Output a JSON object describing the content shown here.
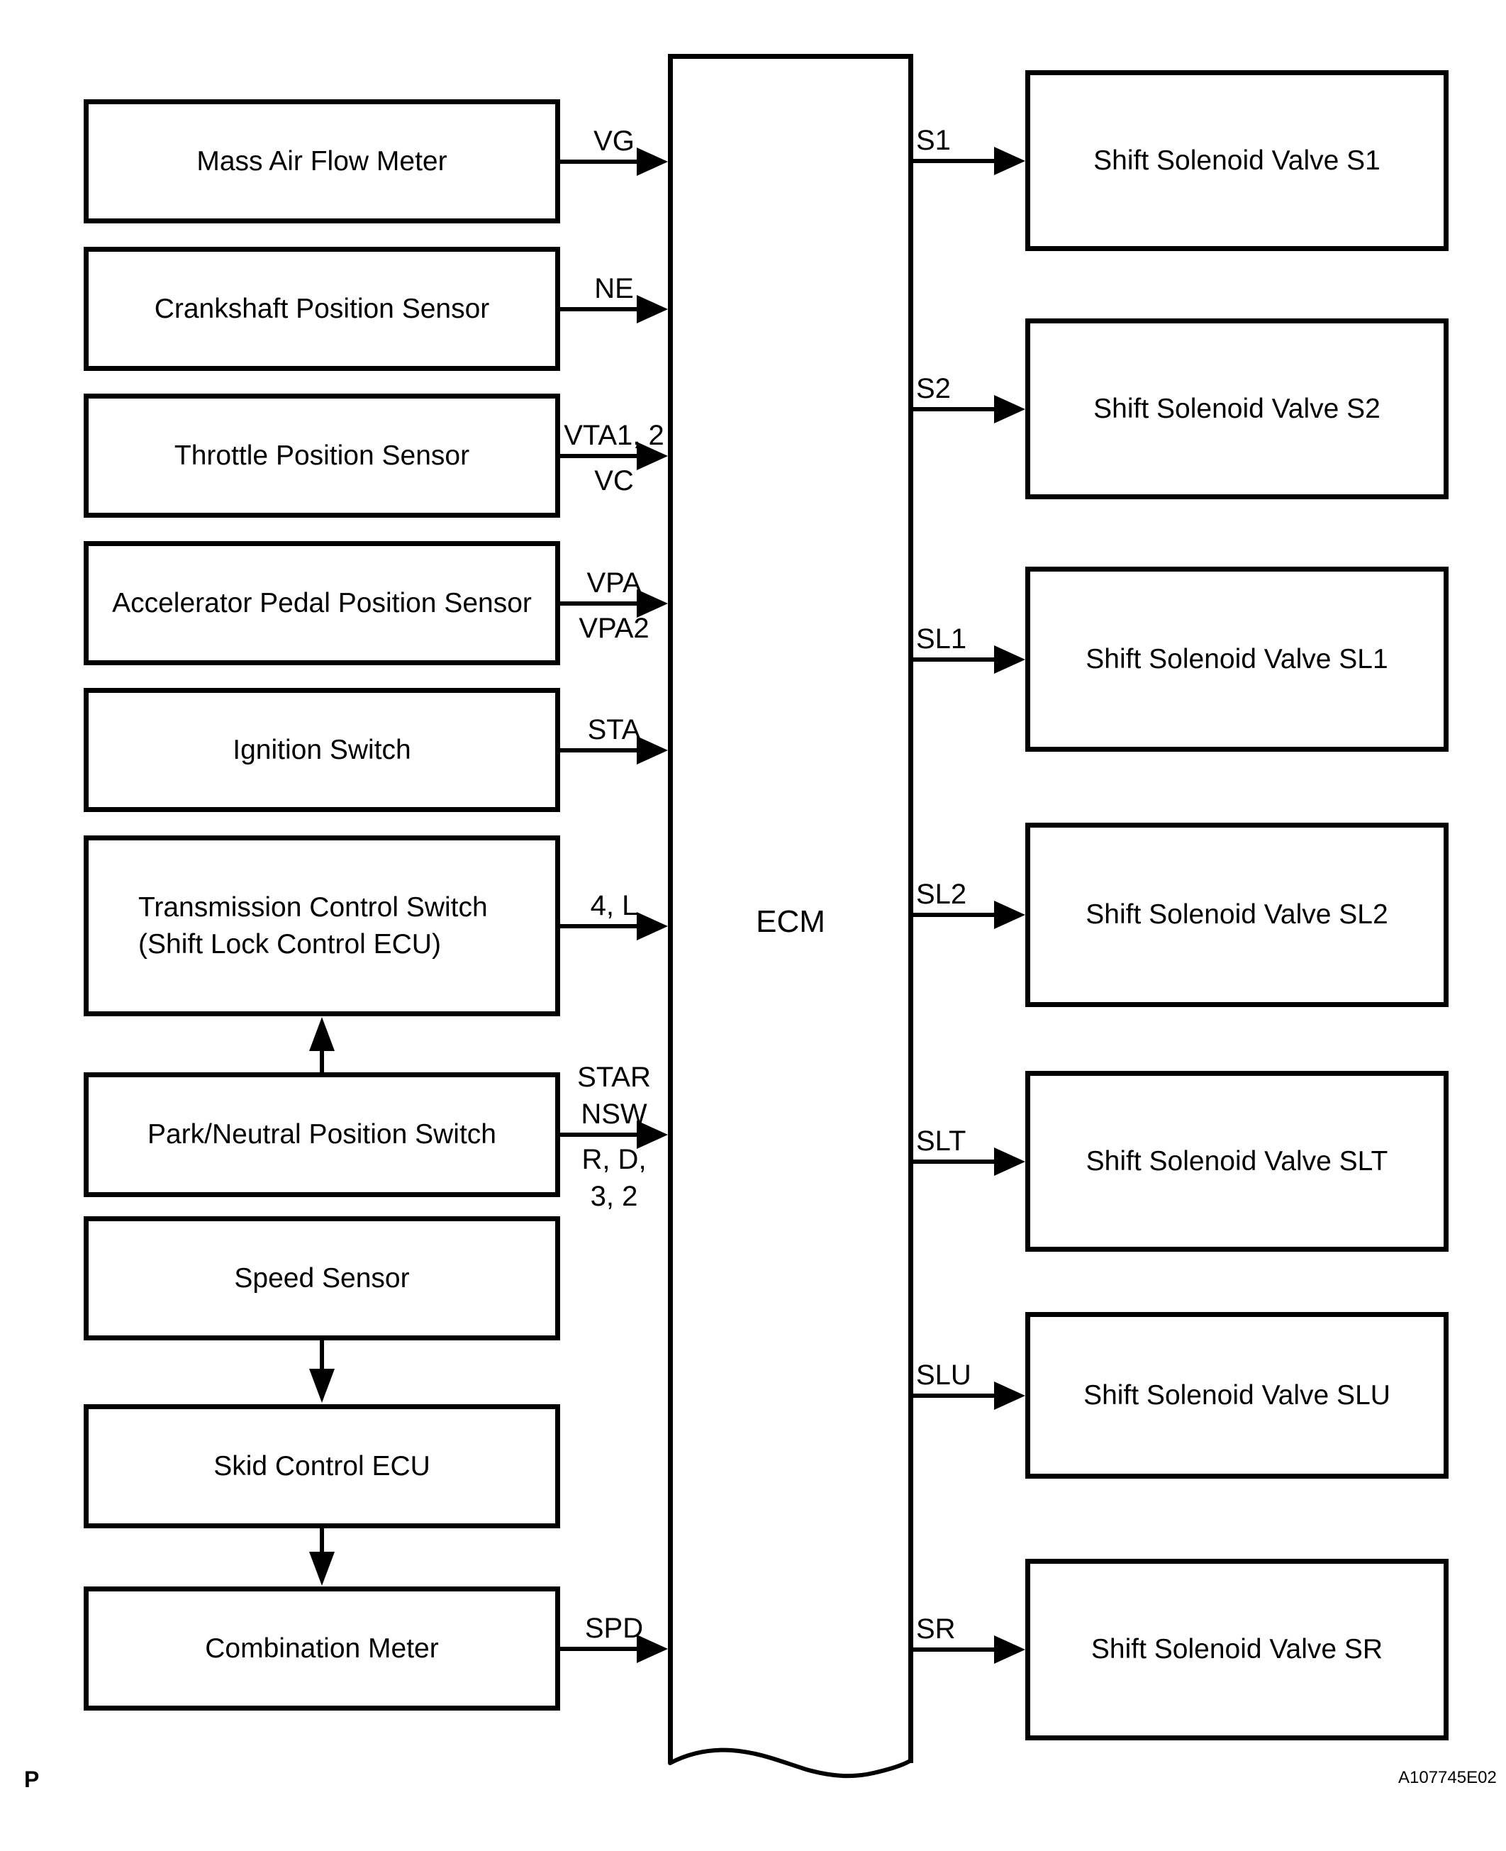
{
  "page": {
    "background": "#ffffff",
    "line_color": "#000000",
    "page_marker": "P",
    "figure_code": "A107745E02"
  },
  "ecm": {
    "label": "ECM"
  },
  "inputs": [
    {
      "name_lines": [
        "Mass Air Flow Meter"
      ],
      "signals_above": [
        "VG"
      ],
      "signals_below": []
    },
    {
      "name_lines": [
        "Crankshaft Position Sensor"
      ],
      "signals_above": [
        "NE"
      ],
      "signals_below": []
    },
    {
      "name_lines": [
        "Throttle Position Sensor"
      ],
      "signals_above": [
        "VTA1, 2"
      ],
      "signals_below": [
        "VC"
      ]
    },
    {
      "name_lines": [
        "Accelerator Pedal Position Sensor"
      ],
      "signals_above": [
        "VPA"
      ],
      "signals_below": [
        "VPA2"
      ]
    },
    {
      "name_lines": [
        "Ignition Switch"
      ],
      "signals_above": [
        "STA"
      ],
      "signals_below": []
    },
    {
      "name_lines": [
        "Transmission Control Switch",
        "(Shift Lock Control ECU)"
      ],
      "signals_above": [
        "4, L"
      ],
      "signals_below": []
    },
    {
      "name_lines": [
        "Park/Neutral Position Switch"
      ],
      "signals_above": [
        "STAR",
        "NSW"
      ],
      "signals_below": [
        "R, D,",
        "3, 2"
      ]
    },
    {
      "name_lines": [
        "Speed Sensor"
      ],
      "signals_above": [],
      "signals_below": []
    },
    {
      "name_lines": [
        "Skid Control ECU"
      ],
      "signals_above": [],
      "signals_below": []
    },
    {
      "name_lines": [
        "Combination Meter"
      ],
      "signals_above": [
        "SPD"
      ],
      "signals_below": []
    }
  ],
  "outputs": [
    {
      "signal": "S1",
      "name": "Shift Solenoid Valve S1"
    },
    {
      "signal": "S2",
      "name": "Shift Solenoid Valve S2"
    },
    {
      "signal": "SL1",
      "name": "Shift Solenoid Valve SL1"
    },
    {
      "signal": "SL2",
      "name": "Shift Solenoid Valve SL2"
    },
    {
      "signal": "SLT",
      "name": "Shift Solenoid Valve SLT"
    },
    {
      "signal": "SLU",
      "name": "Shift Solenoid Valve SLU"
    },
    {
      "signal": "SR",
      "name": "Shift Solenoid Valve SR"
    }
  ],
  "internal_links": [
    {
      "from": "Park/Neutral Position Switch",
      "to": "Transmission Control Switch (Shift Lock Control ECU)",
      "direction": "up"
    },
    {
      "from": "Speed Sensor",
      "to": "Skid Control ECU",
      "direction": "down"
    },
    {
      "from": "Skid Control ECU",
      "to": "Combination Meter",
      "direction": "down"
    }
  ]
}
